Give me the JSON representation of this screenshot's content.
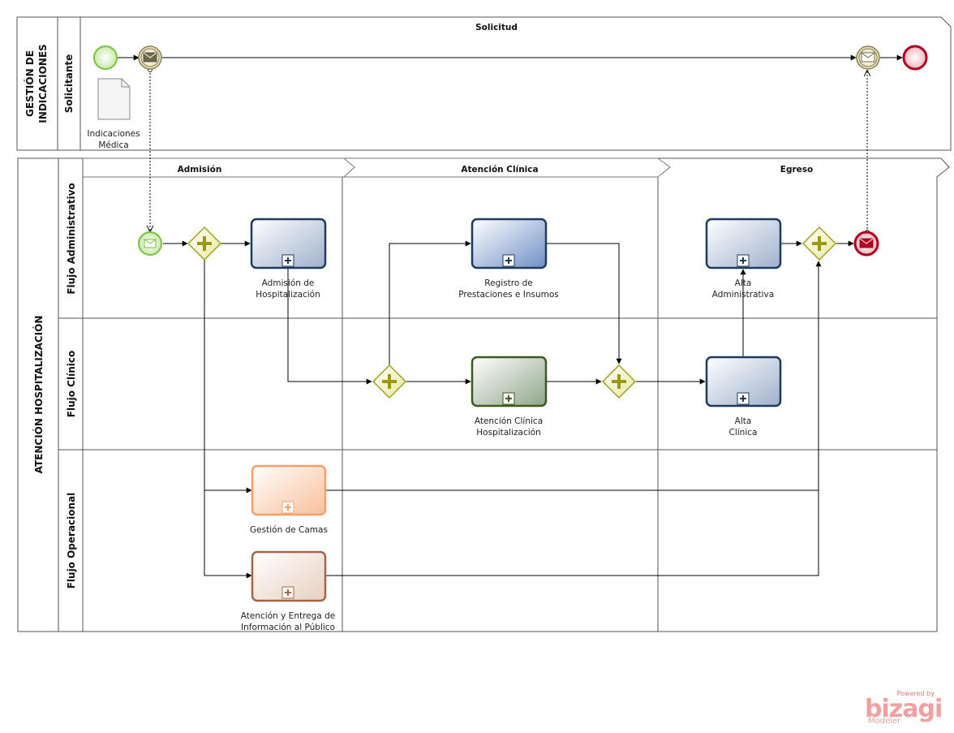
{
  "pools": {
    "gestion": {
      "line1": "GESTIÓN DE",
      "line2": "INDICACIONES",
      "lane": "Solicitante",
      "phase": "Solicitud"
    },
    "atencion": {
      "title": "ATENCIÓN  HOSPITALIZACIÓN",
      "lanes": [
        "Flujo Administrativo",
        "Flujo Clínico",
        "Flujo Operacional"
      ],
      "phases": [
        "Admisión",
        "Atención Clínica",
        "Egreso"
      ]
    }
  },
  "document": {
    "line1": "Indicaciones",
    "line2": "Médica"
  },
  "tasks": {
    "admision": {
      "line1": "Admisión de",
      "line2": "Hospitalización"
    },
    "registro": {
      "line1": "Registro de",
      "line2": "Prestaciones e Insumos"
    },
    "alta_adm": {
      "line1": "Alta",
      "line2": "Administrativa"
    },
    "atencion_clin": {
      "line1": "Atención Clínica",
      "line2": "Hospitalización"
    },
    "alta_clin": {
      "line1": "Alta",
      "line2": "Clínica"
    },
    "camas": {
      "line1": "Gestión de Camas"
    },
    "info": {
      "line1": "Atención y Entrega de",
      "line2": "Información al Público"
    }
  },
  "colors": {
    "blue_task": "#1f3a5f",
    "green_task": "#3d5a1e",
    "orange_task": "#f5a06a",
    "brown_task": "#a0674a",
    "gateway": "#b5b520",
    "start": "#7ac143",
    "end": "#c00020"
  },
  "logo": {
    "powered": "Powered by",
    "brand": "bizagi",
    "product": "Modeler"
  }
}
